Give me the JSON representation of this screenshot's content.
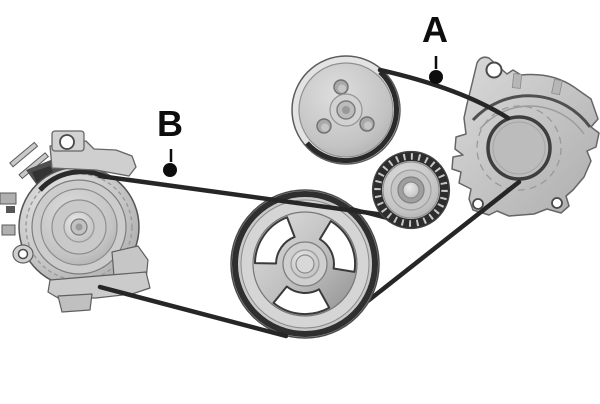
{
  "diagram": {
    "type": "drive-belt-routing-diagram",
    "background_color": "#ffffff",
    "belt_color": "#262626",
    "metal_light": "#e2e2e2",
    "metal_mid": "#c4c4c4",
    "metal_dark": "#8f8f8f",
    "outline_color": "#5a5a5a",
    "label_color": "#0d0d0d",
    "labels": [
      {
        "id": "A",
        "text": "A",
        "points_to": "belt-span-a"
      },
      {
        "id": "B",
        "text": "B",
        "points_to": "belt-span-b"
      }
    ],
    "parts": [
      "alternator",
      "water-pump-pulley",
      "tensioner-pulley",
      "crankshaft-pulley",
      "compressor-cover",
      "drive-belt"
    ]
  }
}
